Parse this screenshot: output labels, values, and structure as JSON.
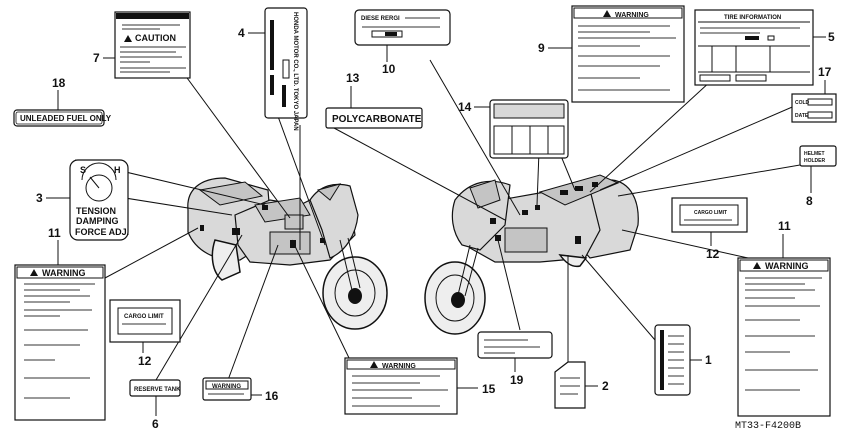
{
  "callouts": [
    "1",
    "2",
    "3",
    "4",
    "5",
    "6",
    "7",
    "8",
    "9",
    "10",
    "11",
    "11",
    "12",
    "12",
    "13",
    "14",
    "15",
    "16",
    "17",
    "18",
    "19"
  ],
  "labels": {
    "caution": "CAUTION",
    "warning": "WARNING",
    "unleaded": "UNLEADED FUEL ONLY",
    "polycarbonate": "POLYCARBONATE",
    "tension": "TENSION",
    "damping": "DAMPING",
    "force_adj": "FORCE ADJ.",
    "dial_s": "S",
    "dial_h": "H",
    "cargo_limit": "CARGO LIMIT",
    "reserve_tank": "RESERVE TANK",
    "helmet_holder_1": "HELMET",
    "helmet_holder_2": "HOLDER",
    "tire_information": "TIRE INFORMATION",
    "honda_maker": "HONDA MOTOR CO., LTD. TOKYO JAPAN",
    "diesel_label": "DIESE RERGI",
    "cold": "COLD",
    "date": "DATE"
  },
  "part_code": "MT33-F4200B"
}
